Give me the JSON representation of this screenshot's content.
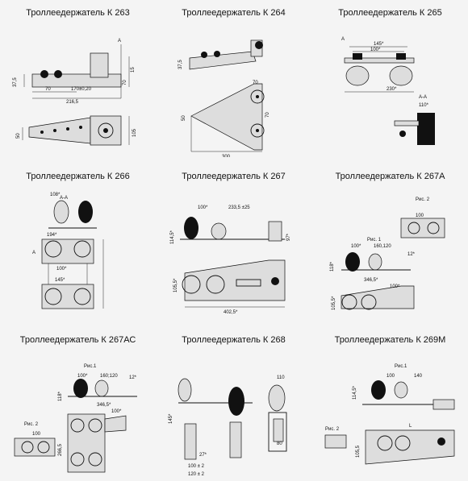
{
  "items": [
    {
      "title": "Троллеедержатель К 263",
      "dims": [
        "А",
        "37,5",
        "15",
        "70",
        "70",
        "170±0,20",
        "216,5",
        "50",
        "105"
      ]
    },
    {
      "title": "Троллеедержатель К 264",
      "dims": [
        "37,5",
        "70",
        "50",
        "70",
        "300"
      ]
    },
    {
      "title": "Троллеедержатель К 265",
      "dims": [
        "А",
        "145*",
        "100*",
        "230*",
        "А-А",
        "110*"
      ]
    },
    {
      "title": "Троллеедержатель К 266",
      "dims": [
        "А-А",
        "108*",
        "A",
        "194*",
        "100*",
        "145*"
      ]
    },
    {
      "title": "Троллеедержатель К 267",
      "dims": [
        "100*",
        "233,5 ±25",
        "114,5*",
        "97*",
        "105,5*",
        "402,5*"
      ]
    },
    {
      "title": "Троллеедержатель К 267А",
      "dims": [
        "Рис. 2",
        "100",
        "Рис. 1",
        "100*",
        "160,120",
        "12*",
        "118*",
        "346,5*",
        "100*",
        "105,5*"
      ]
    },
    {
      "title": "Троллеедержатель К 267АС",
      "dims": [
        "Рис.1",
        "100*",
        "160;120",
        "12*",
        "118*",
        "346,5*",
        "100*",
        "Рис. 2",
        "100",
        "266,5"
      ]
    },
    {
      "title": "Троллеедержатель К 268",
      "dims": [
        "110",
        "145*",
        "27*",
        "100 ± 2",
        "120 ± 2",
        "80"
      ]
    },
    {
      "title": "Троллеедержатель К 269М",
      "dims": [
        "Рис.1",
        "100",
        "140",
        "114,5*",
        "L",
        "Рис. 2",
        "105,5"
      ]
    }
  ]
}
